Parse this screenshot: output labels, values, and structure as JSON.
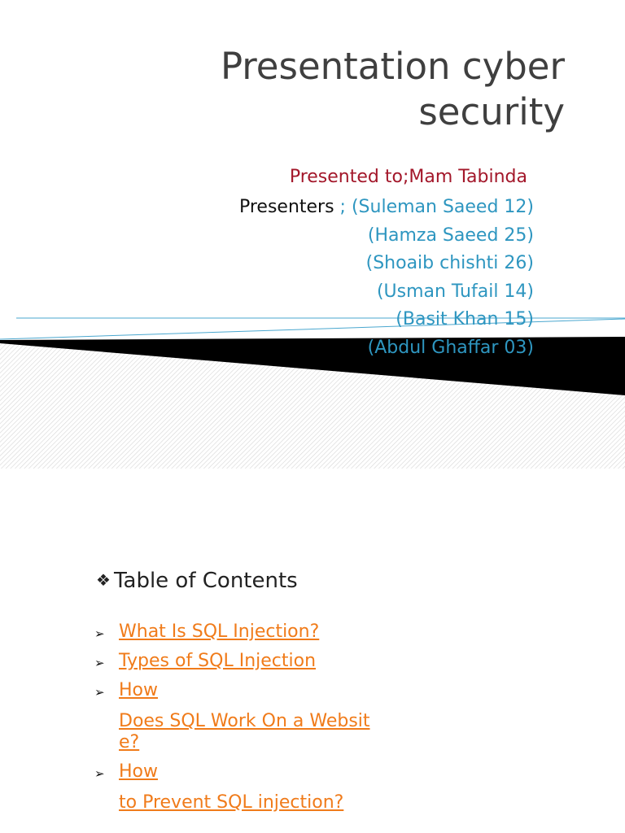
{
  "slide1": {
    "title": "Presentation cyber security",
    "presented_to": "Presented to;Mam Tabinda",
    "presenters_label": "Presenters",
    "presenters": [
      " ; (Suleman Saeed 12)",
      "(Hamza Saeed 25)",
      "(Shoaib chishti 26)",
      "(Usman Tufail 14)",
      "(Basit Khan 15)",
      "(Abdul Ghaffar 03)"
    ]
  },
  "slide2": {
    "bullet_icon": "diamond-bullet-icon",
    "heading": "Table of Contents",
    "arrow_icon": "arrow-bullet-icon",
    "items": [
      {
        "line1": "What Is SQL Injection?",
        "line2": ""
      },
      {
        "line1": "Types of SQL Injection",
        "line2": ""
      },
      {
        "line1": "How ",
        "line2": "Does SQL Work On a Website?"
      },
      {
        "line1": "How ",
        "line2": "to Prevent SQL injection?"
      }
    ]
  },
  "colors": {
    "title": "#3f3f3f",
    "presented_to": "#a3172a",
    "presenters": "#2e96c0",
    "link": "#f07b1a",
    "band": "#000000"
  }
}
